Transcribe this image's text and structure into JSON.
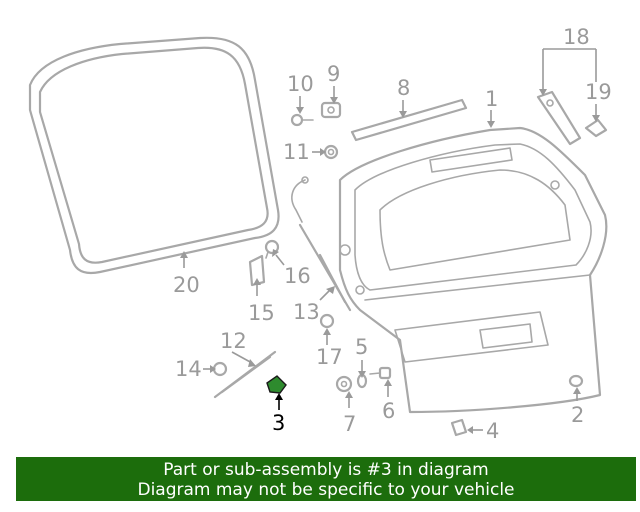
{
  "callouts": {
    "c1": "1",
    "c2": "2",
    "c3": "3",
    "c4": "4",
    "c5": "5",
    "c6": "6",
    "c7": "7",
    "c8": "8",
    "c9": "9",
    "c10": "10",
    "c11": "11",
    "c12": "12",
    "c13": "13",
    "c14": "14",
    "c15": "15",
    "c16": "16",
    "c17": "17",
    "c18": "18",
    "c19": "19",
    "c20": "20"
  },
  "highlighted_part": "3",
  "colors": {
    "highlight_part": "#2e8b2e",
    "banner_bg": "#1c6d0c",
    "parts": "#a8a8a8"
  },
  "banner": {
    "line1": "Part or sub-assembly is #3 in diagram",
    "line2": "Diagram may not be specific to your vehicle"
  }
}
